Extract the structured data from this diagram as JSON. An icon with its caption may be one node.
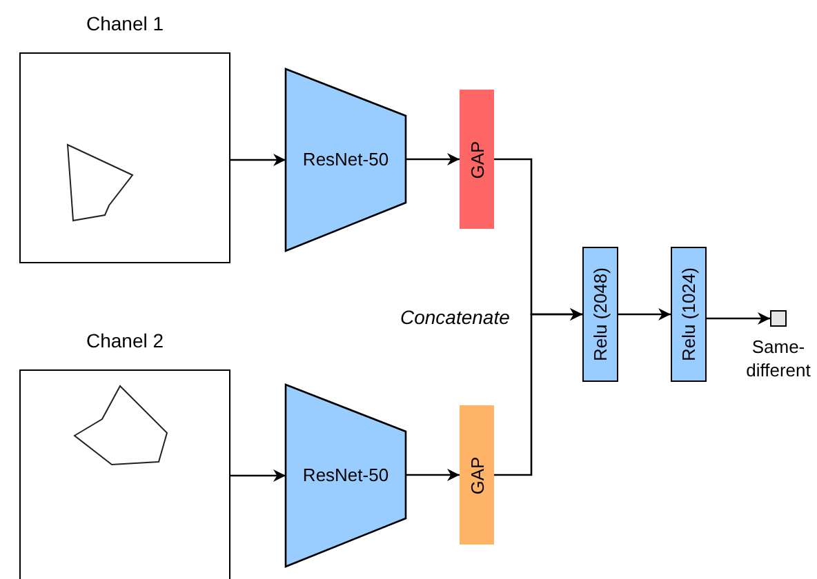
{
  "diagram": {
    "nodes": [
      {
        "text": [
          "Chanel 1"
        ]
      },
      {
        "text": [
          "ResNet-50"
        ]
      },
      {
        "text": [
          "GAP"
        ]
      },
      {
        "text": [
          "Chanel 2"
        ]
      },
      {
        "text": [
          "ResNet-50"
        ]
      },
      {
        "text": [
          "GAP"
        ]
      },
      {
        "text": [
          "Relu (2048)"
        ]
      },
      {
        "text": [
          "Relu (1024)"
        ]
      },
      {
        "text": [],
        "shape": "box",
        "beside": [
          "Same-different"
        ]
      }
    ],
    "edges": [
      {
        "from": 0,
        "to": 1,
        "arrow": "to"
      },
      {
        "from": 1,
        "to": 2,
        "arrow": "to"
      },
      {
        "from": 2,
        "to": 6,
        "arrow": "to"
      },
      {
        "from": 3,
        "to": 4,
        "arrow": "to"
      },
      {
        "from": 4,
        "to": 5,
        "arrow": "to"
      },
      {
        "from": 5,
        "to": 6,
        "arrow": "to"
      },
      {
        "from": 6,
        "to": 7,
        "arrow": "to"
      },
      {
        "from": 7,
        "to": 8,
        "arrow": "to"
      }
    ],
    "labels": [
      "Concatenate"
    ]
  }
}
